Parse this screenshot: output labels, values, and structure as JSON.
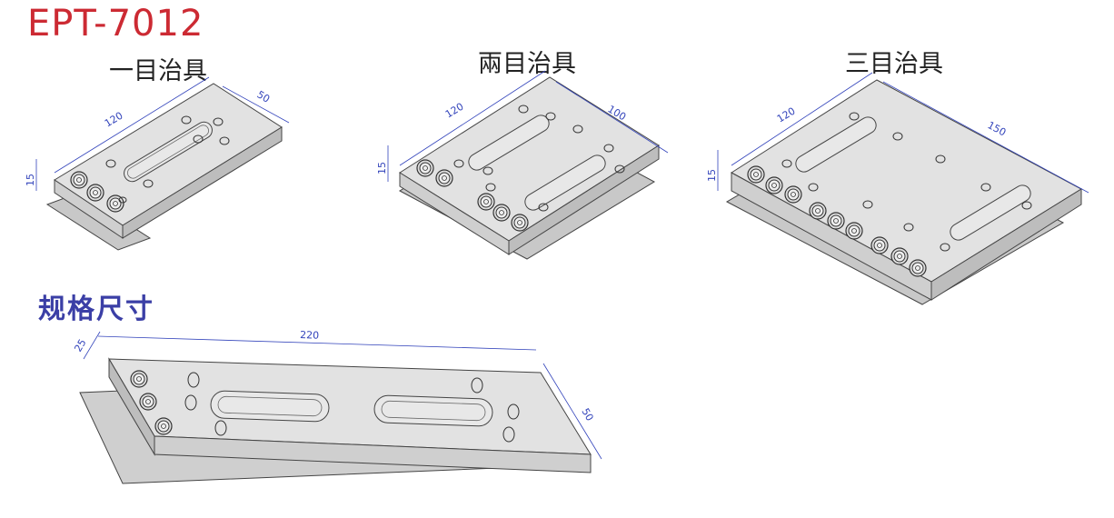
{
  "header": {
    "model": "EPT-7012"
  },
  "fixtures": [
    {
      "name": "一目治具",
      "dim_length": "120",
      "dim_width": "50",
      "dim_height": "15"
    },
    {
      "name": "兩目治具",
      "dim_length": "120",
      "dim_width": "100",
      "dim_height": "15"
    },
    {
      "name": "三目治具",
      "dim_length": "120",
      "dim_width": "150",
      "dim_height": "15"
    }
  ],
  "spec": {
    "heading": "规格尺寸",
    "dim_length": "220",
    "dim_width": "50",
    "dim_height": "25"
  },
  "colors": {
    "title": "#cc2a33",
    "heading": "#3b3fa6",
    "dimension": "#3344bb",
    "plate": "#e2e2e2"
  }
}
